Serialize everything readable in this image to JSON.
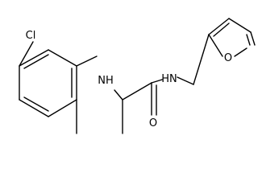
{
  "atoms": {
    "chlorine": "Cl",
    "amine_nh": "NH",
    "amide_nh": "HN",
    "carbonyl_oxygen": "O",
    "furan_oxygen": "O"
  },
  "colors": {
    "bond": "#000000",
    "label": "#000000",
    "background": "#ffffff"
  }
}
